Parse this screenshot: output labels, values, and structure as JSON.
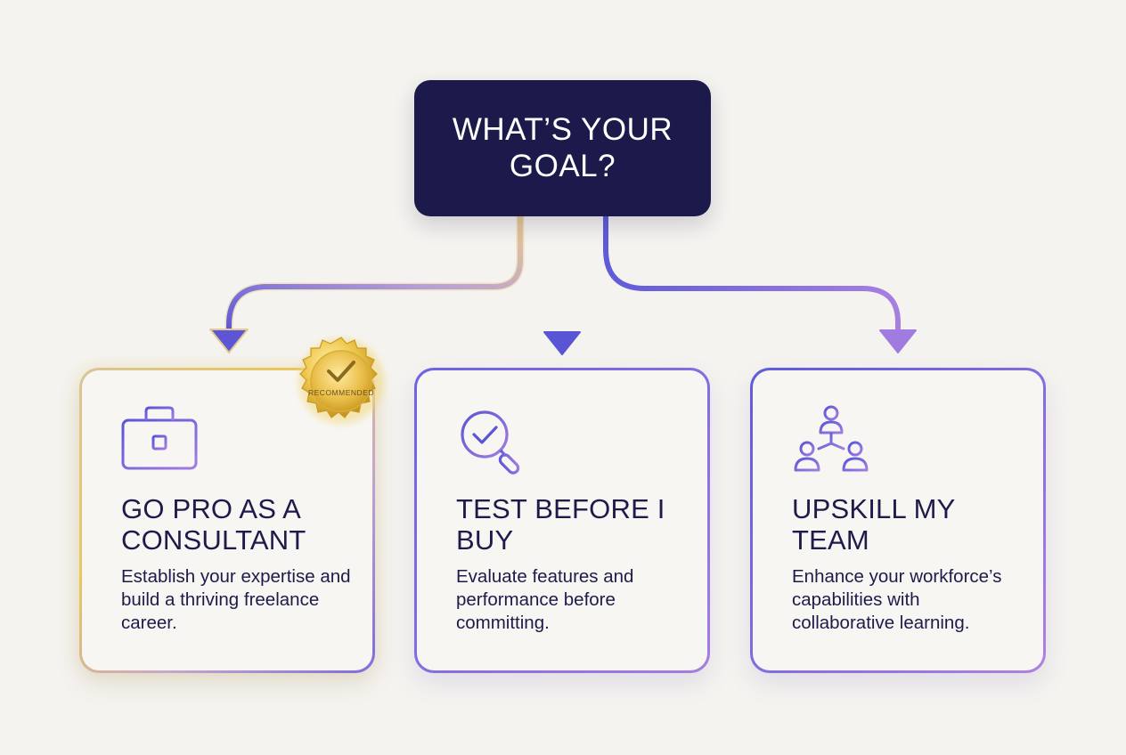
{
  "goal": {
    "title": "WHAT’S YOUR GOAL?"
  },
  "badge": {
    "label": "RECOMMENDED"
  },
  "options": [
    {
      "icon": "briefcase-icon",
      "title": "GO PRO AS A CONSULTANT",
      "description": "Establish your expertise and build a thriving freelance career."
    },
    {
      "icon": "magnifier-check-icon",
      "title": "TEST BEFORE I BUY",
      "description": "Evaluate features and performance before committing."
    },
    {
      "icon": "team-network-icon",
      "title": "UPSKILL MY TEAM",
      "description": "Enhance your workforce’s capabilities with collaborative learning."
    }
  ],
  "colors": {
    "goal_background": "#1b1a4a",
    "page_background": "#f5f3ef",
    "accent_blue": "#5f5bd8",
    "accent_purple": "#a67de0",
    "gold": "#e9c75a"
  }
}
